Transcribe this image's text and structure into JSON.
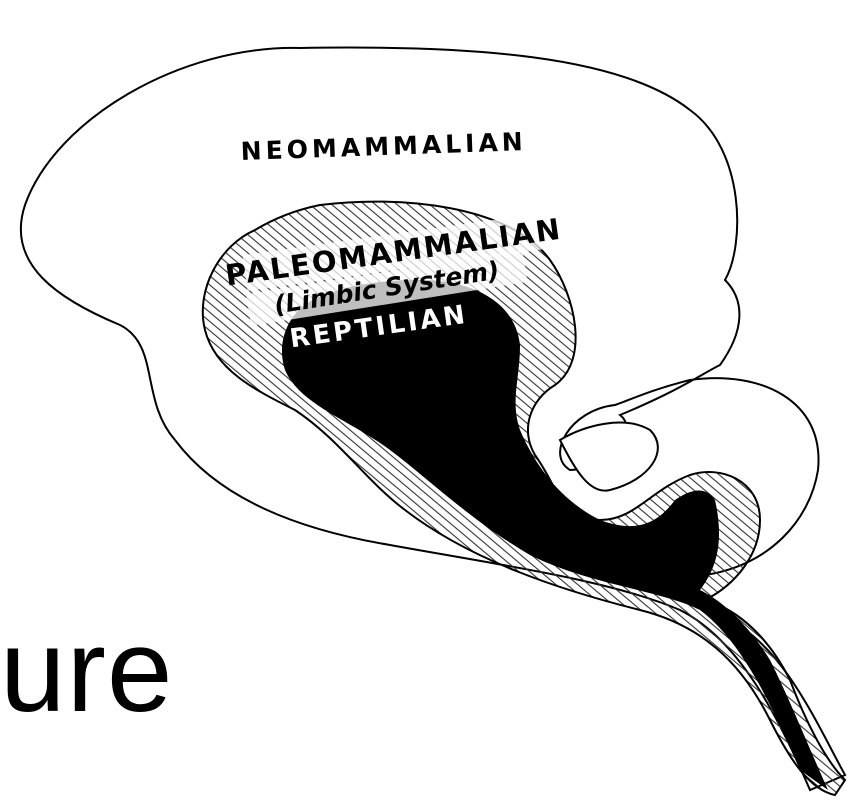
{
  "diagram": {
    "labels": {
      "neomammalian": "NEOMAMMALIAN",
      "paleomammalian": "PALEOMAMMALIAN",
      "limbic": "(Limbic System)",
      "reptilian": "REPTILIAN"
    },
    "caption": "ure"
  },
  "colors": {
    "ink": "#000000",
    "paper": "#ffffff",
    "hatch": "#333333"
  }
}
